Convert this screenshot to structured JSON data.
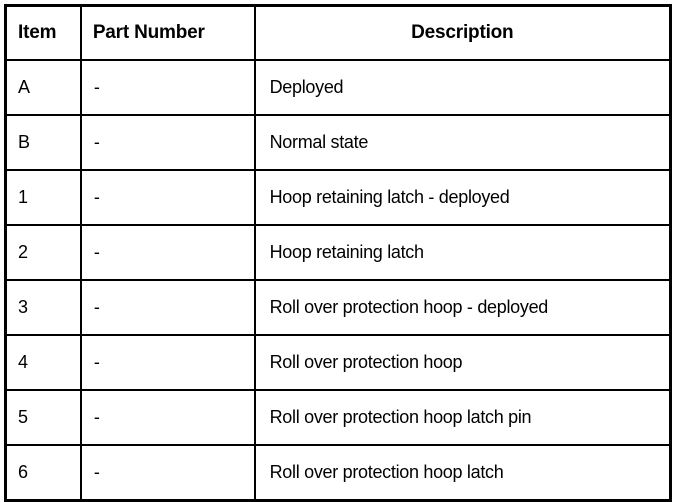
{
  "table": {
    "columns": [
      {
        "key": "item",
        "label": "Item",
        "align": "left"
      },
      {
        "key": "part_number",
        "label": "Part Number",
        "align": "left"
      },
      {
        "key": "description",
        "label": "Description",
        "align": "center"
      }
    ],
    "rows": [
      {
        "item": "A",
        "part_number": "-",
        "description": "Deployed"
      },
      {
        "item": "B",
        "part_number": "-",
        "description": "Normal state"
      },
      {
        "item": "1",
        "part_number": "-",
        "description": "Hoop retaining latch - deployed"
      },
      {
        "item": "2",
        "part_number": "-",
        "description": "Hoop retaining latch"
      },
      {
        "item": "3",
        "part_number": "-",
        "description": "Roll over protection hoop - deployed"
      },
      {
        "item": "4",
        "part_number": "-",
        "description": "Roll over protection hoop"
      },
      {
        "item": "5",
        "part_number": "-",
        "description": "Roll over protection hoop latch pin"
      },
      {
        "item": "6",
        "part_number": "-",
        "description": "Roll over protection hoop latch"
      }
    ]
  },
  "colors": {
    "background": "#ffffff",
    "text": "#000000",
    "border": "#000000"
  }
}
